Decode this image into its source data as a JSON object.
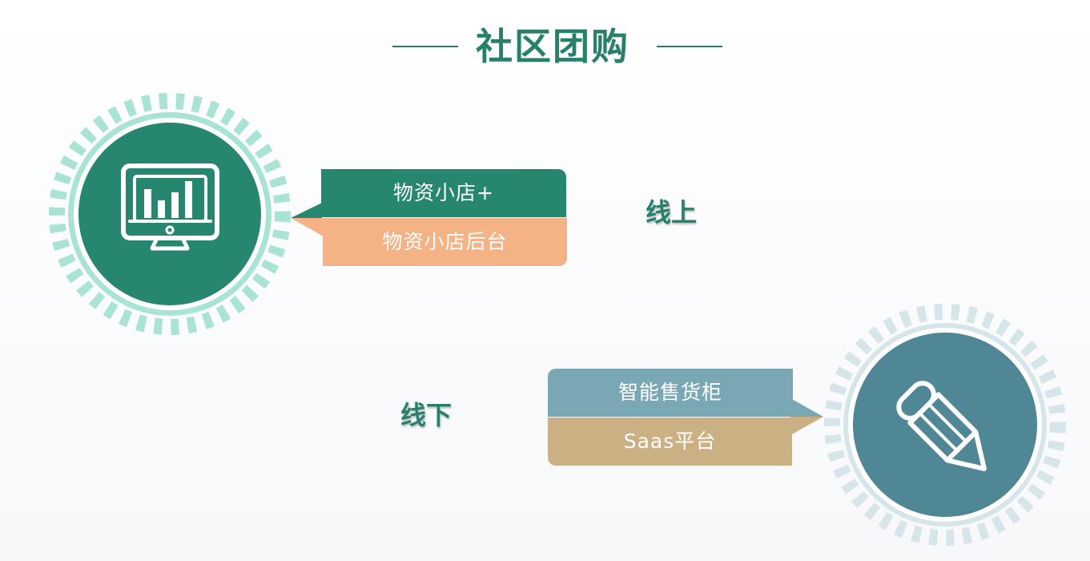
{
  "header": {
    "title": "社区团购"
  },
  "sections": {
    "online": {
      "label": "线上",
      "items": [
        "物资小店+",
        "物资小店后台"
      ],
      "icon": "monitor-chart-icon"
    },
    "offline": {
      "label": "线下",
      "items": [
        "智能售货柜",
        "Saas平台"
      ],
      "icon": "pencil-icon"
    }
  },
  "colors": {
    "primary_green": "#27806b",
    "gear_mint": "#a9e3d5",
    "online_circle": "#26866f",
    "orange": "#f4b285",
    "offline_circle": "#4f8797",
    "gear_gray": "#d6e5ea",
    "light_teal": "#79a8b4",
    "tan": "#cbb083"
  }
}
